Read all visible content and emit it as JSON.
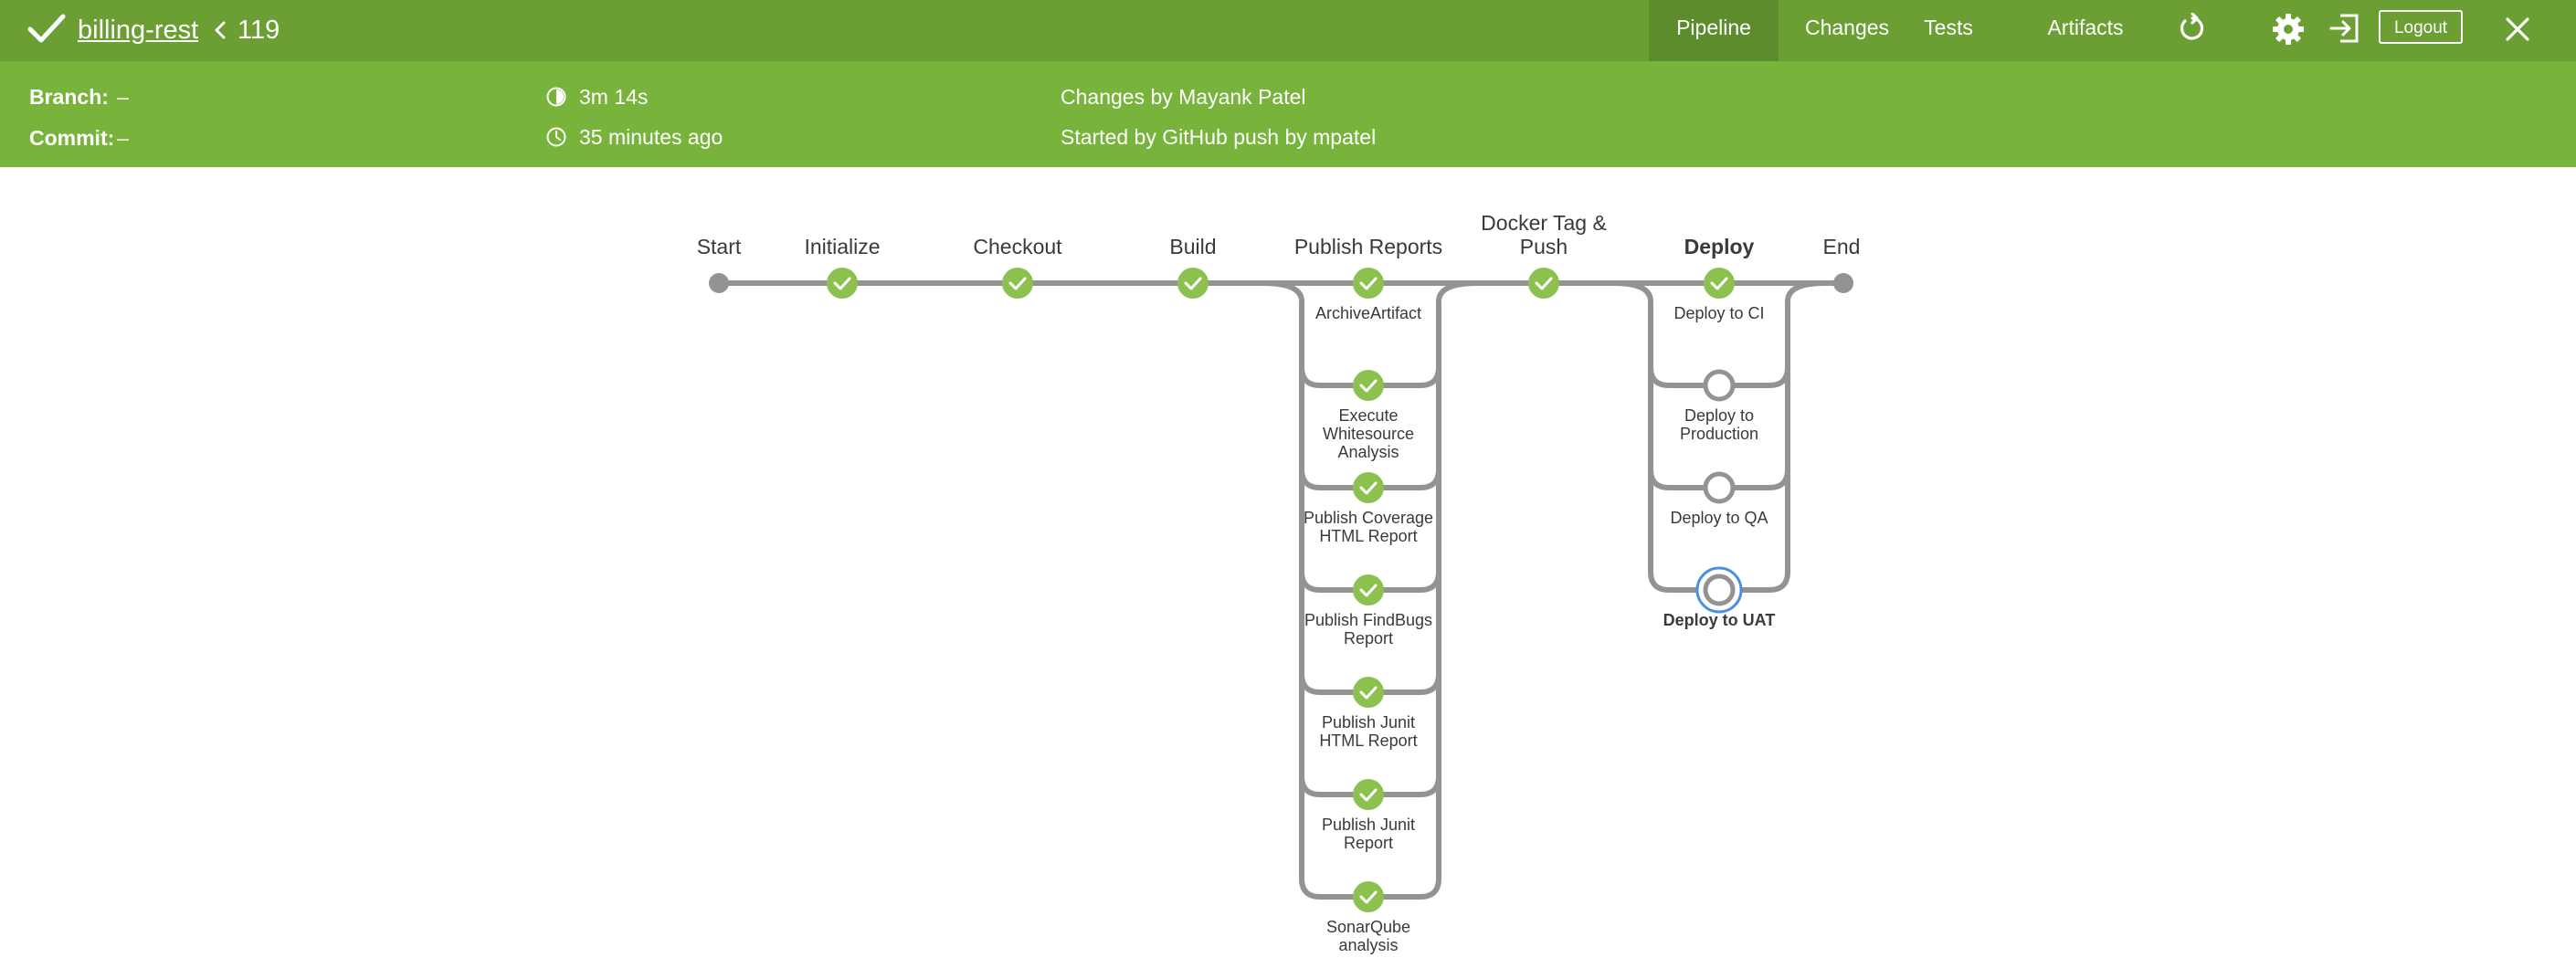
{
  "header": {
    "pipeline_name": "billing-rest",
    "run_number": "119",
    "status_icon": "check-icon",
    "nav": {
      "pipeline": "Pipeline",
      "changes": "Changes",
      "tests": "Tests",
      "artifacts": "Artifacts"
    },
    "active_tab": "Pipeline",
    "icons": [
      "rerun-icon",
      "gear-icon",
      "exit-icon",
      "close-icon"
    ],
    "logout_label": "Logout"
  },
  "run_info": {
    "branch_label": "Branch:",
    "branch_value": "–",
    "commit_label": "Commit:",
    "commit_value": "–",
    "duration": "3m 14s",
    "started_ago": "35 minutes ago",
    "changes_by": "Changes by Mayank Patel",
    "started_by": "Started by GitHub push by mpatel"
  },
  "colors": {
    "topbar": "#6b9f34",
    "infobar": "#78b43c",
    "active_tab": "#5d8c2c",
    "success": "#8cc04f",
    "track": "#949393",
    "selected_ring": "#4a90e2"
  },
  "pipeline_graph": {
    "stages": [
      {
        "name": "Start",
        "status": "start"
      },
      {
        "name": "Initialize",
        "status": "success"
      },
      {
        "name": "Checkout",
        "status": "success"
      },
      {
        "name": "Build",
        "status": "success"
      },
      {
        "name": "Publish Reports",
        "status": "success",
        "parallel": [
          {
            "label_lines": [
              "ArchiveArtifact"
            ],
            "status": "success"
          },
          {
            "label_lines": [
              "Execute",
              "Whitesource",
              "Analysis"
            ],
            "status": "success"
          },
          {
            "label_lines": [
              "Publish Coverage",
              "HTML Report"
            ],
            "status": "success"
          },
          {
            "label_lines": [
              "Publish FindBugs",
              "Report"
            ],
            "status": "success"
          },
          {
            "label_lines": [
              "Publish Junit",
              "HTML Report"
            ],
            "status": "success"
          },
          {
            "label_lines": [
              "Publish Junit",
              "Report"
            ],
            "status": "success"
          },
          {
            "label_lines": [
              "SonarQube",
              "analysis"
            ],
            "status": "success"
          }
        ]
      },
      {
        "name": "Docker Tag &",
        "name_line2": "Push",
        "status": "success"
      },
      {
        "name": "Deploy",
        "status": "success",
        "selected_stage": true,
        "parallel": [
          {
            "label_lines": [
              "Deploy to CI"
            ],
            "status": "success"
          },
          {
            "label_lines": [
              "Deploy to",
              "Production"
            ],
            "status": "not_built"
          },
          {
            "label_lines": [
              "Deploy to QA"
            ],
            "status": "not_built"
          },
          {
            "label_lines": [
              "Deploy to UAT"
            ],
            "status": "not_built",
            "selected": true
          }
        ]
      },
      {
        "name": "End",
        "status": "end"
      }
    ]
  }
}
